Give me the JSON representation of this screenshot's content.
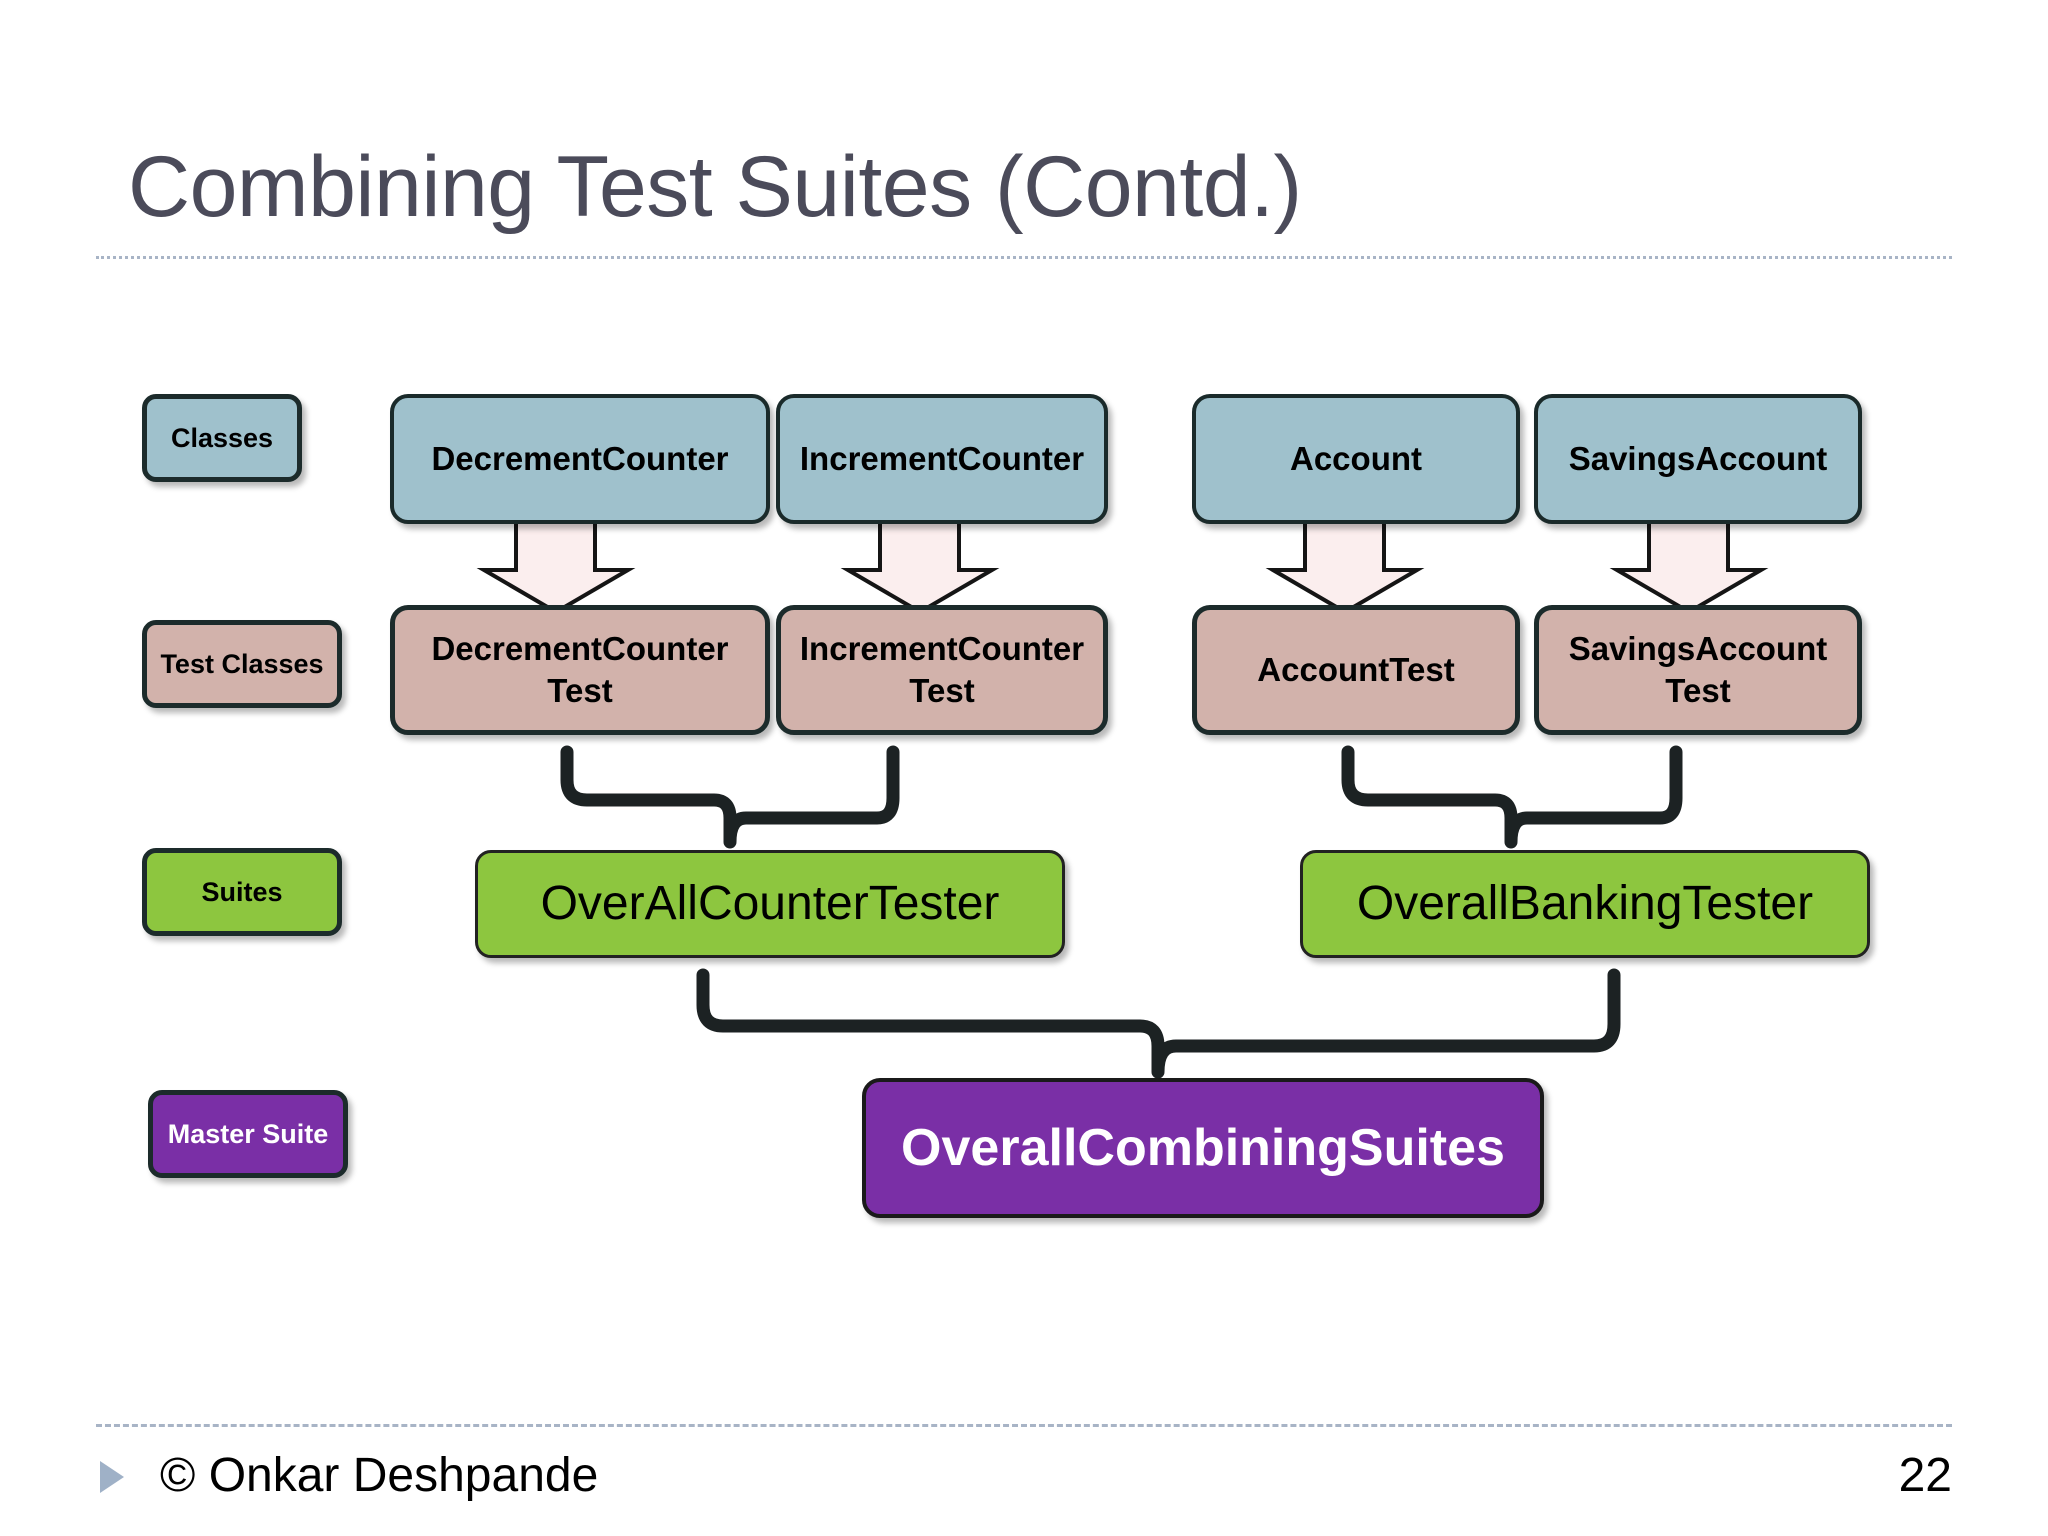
{
  "slide": {
    "title": "Combining Test Suites (Contd.)",
    "footer_text": "© Onkar Deshpande",
    "page_number": "22",
    "bullet_icon": "triangle-right-icon"
  },
  "colors": {
    "classes_fill": "#9fc1cc",
    "test_classes_fill": "#d2b2ab",
    "suites_fill": "#8dc63f",
    "master_fill": "#7a2fa6",
    "border": "#1c2b2b",
    "title_text": "#4b4b5a",
    "rule": "#a8b4c6",
    "arrow_fill": "#fbeeee",
    "brace_stroke": "#1c2223"
  },
  "legend": {
    "items": [
      {
        "label": "Classes",
        "name": "legend-classes"
      },
      {
        "label": "Test Classes",
        "name": "legend-test-classes"
      },
      {
        "label": "Suites",
        "name": "legend-suites"
      },
      {
        "label": "Master Suite",
        "name": "legend-master-suite"
      }
    ]
  },
  "diagram": {
    "classes": [
      {
        "label": "DecrementCounter"
      },
      {
        "label": "IncrementCounter"
      },
      {
        "label": "Account"
      },
      {
        "label": "SavingsAccount"
      }
    ],
    "test_classes": [
      {
        "label": "DecrementCounter\nTest"
      },
      {
        "label": "IncrementCounter\nTest"
      },
      {
        "label": "AccountTest"
      },
      {
        "label": "SavingsAccount\nTest"
      }
    ],
    "suites": [
      {
        "label": "OverAllCounterTester"
      },
      {
        "label": "OverallBankingTester"
      }
    ],
    "master_suite": {
      "label": "OverallCombiningSuites"
    }
  }
}
